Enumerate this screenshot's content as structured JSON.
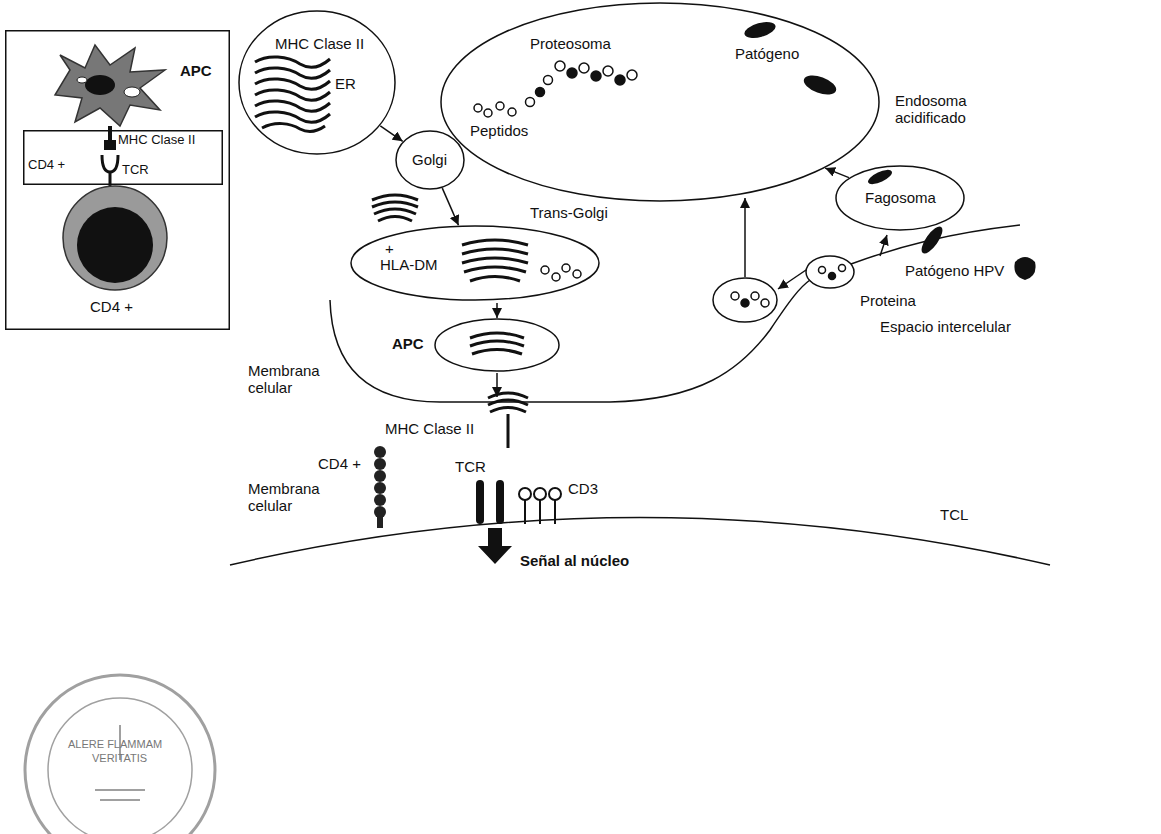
{
  "diagram": {
    "nodes": [
      {
        "text": [
          "APC",
          "CD4 +"
        ]
      },
      {
        "text": [
          "MHC Clase II",
          "CD4 +",
          "TCR"
        ],
        "in": 0
      },
      {
        "text": [
          "MHC Clase II",
          "ER"
        ]
      },
      {
        "text": [
          "Golgi"
        ]
      },
      {
        "text": [
          "Proteosoma",
          "Patógeno",
          "Peptidos",
          "Endosoma acidificado"
        ]
      },
      {
        "text": [
          "Trans-Golgi",
          "+",
          "HLA-DM"
        ]
      },
      {
        "text": [
          "Fagosoma"
        ]
      }
    ],
    "edges": [
      {
        "from": 2,
        "to": 3,
        "arrow": "to"
      },
      {
        "from": 3,
        "to": 5,
        "arrow": "to"
      },
      {
        "from": 6,
        "to": 4,
        "arrow": "to"
      }
    ],
    "labels": [
      "APC",
      "Membrana celular",
      "MHC Clase II",
      "CD4 +",
      "TCR",
      "CD3",
      "Membrana celular",
      "TCL",
      "Señal al núcleo",
      "Patógeno HPV",
      "Proteina",
      "Espacio intercelular",
      "ALERE FLAMMAM",
      "VERITATIS"
    ]
  }
}
